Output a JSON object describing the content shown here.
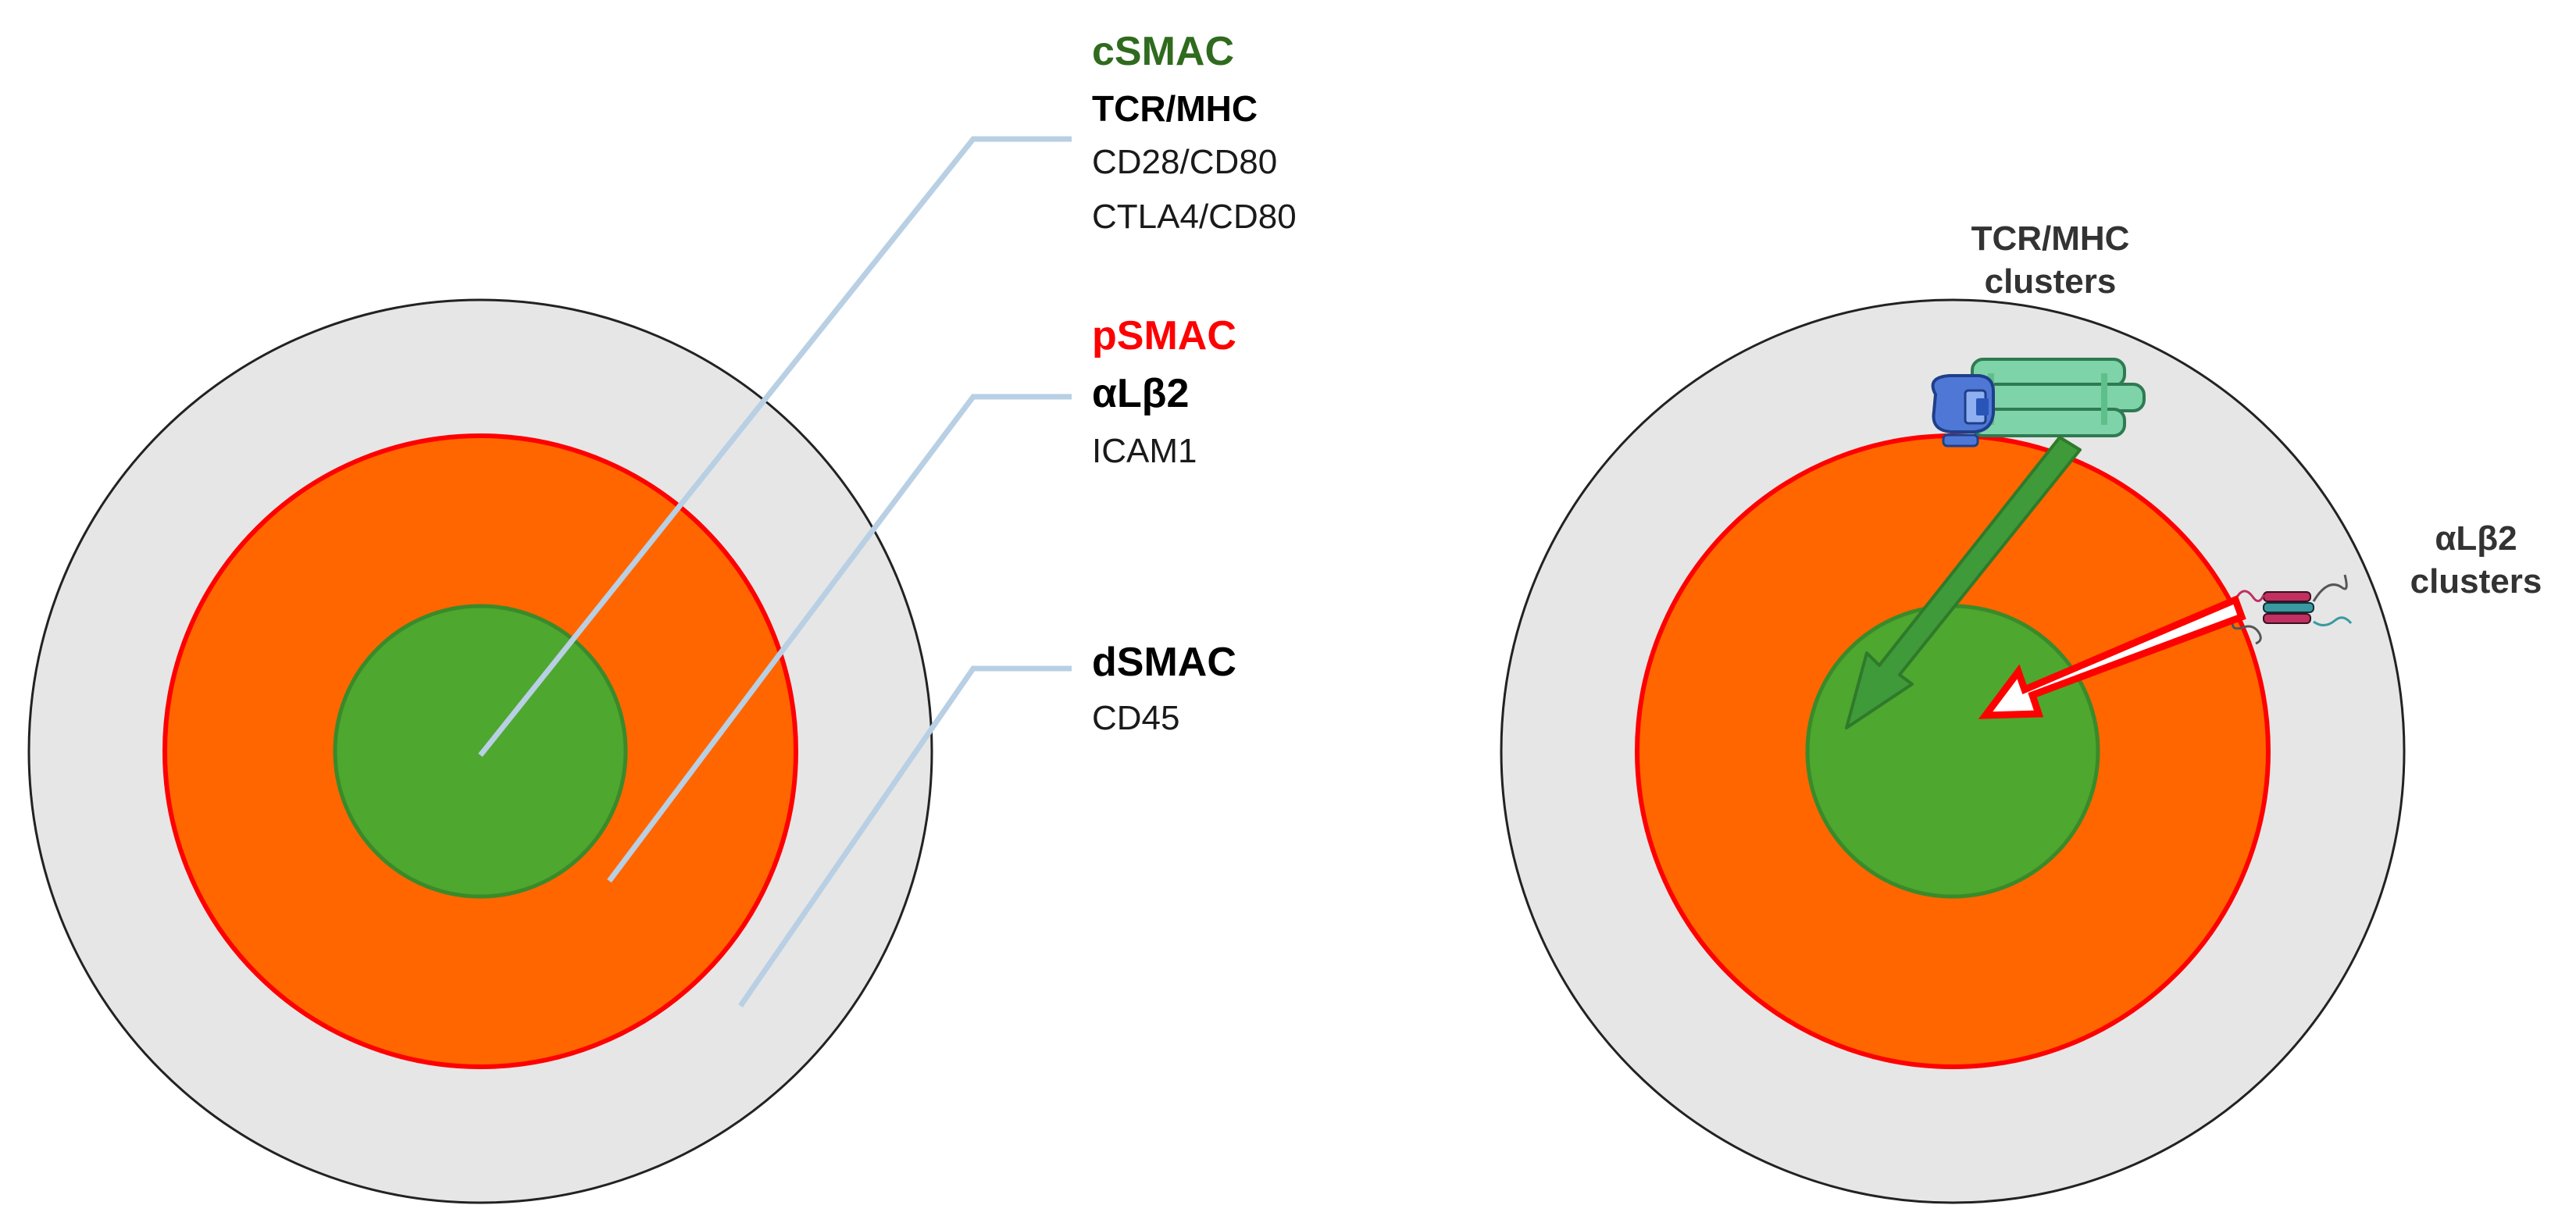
{
  "colors": {
    "dsmac_fill": "#e6e6e6",
    "psmac_fill": "#ff6600",
    "psmac_border": "#ff0000",
    "csmac_fill": "#4ea72e",
    "csmac_border": "#3a8a2a",
    "leader_line": "#b8cfe4",
    "tcr_arrow": "#3f9a3a",
    "integrin_arrow": "#ff0000",
    "csmac_heading": "#2f6b1e",
    "psmac_heading": "#ff0000",
    "dsmac_heading": "#000000",
    "tcr_receptor": "#7ed3a8",
    "mhc_molecule": "#4f78d6"
  },
  "legend": {
    "csmac": {
      "heading": "cSMAC",
      "items": [
        "TCR/MHC",
        "CD28/CD80",
        "CTLA4/CD80"
      ]
    },
    "psmac": {
      "heading": "pSMAC",
      "items": [
        "αLβ2",
        "ICAM1"
      ]
    },
    "dsmac": {
      "heading": "dSMAC",
      "items": [
        "CD45"
      ]
    }
  },
  "right_diagram": {
    "tcr_cluster_label": [
      "TCR/MHC",
      "clusters"
    ],
    "integrin_cluster_label": [
      "αLβ2",
      "clusters"
    ]
  }
}
